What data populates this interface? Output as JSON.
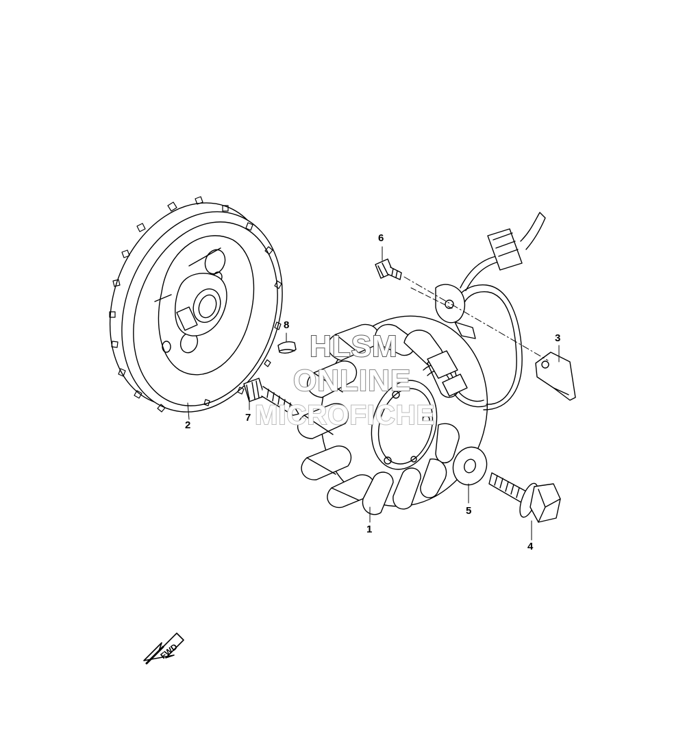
{
  "callouts": {
    "p1": "1",
    "p2": "2",
    "p3": "3",
    "p4": "4",
    "p5": "5",
    "p6": "6",
    "p7": "7",
    "p8": "8"
  },
  "watermark": {
    "line1": "HLSM",
    "line2": "ONLINE",
    "line3": "MICROFICHE"
  },
  "fwd_label": "FWD",
  "colors": {
    "line": "#000000",
    "background": "#ffffff"
  }
}
